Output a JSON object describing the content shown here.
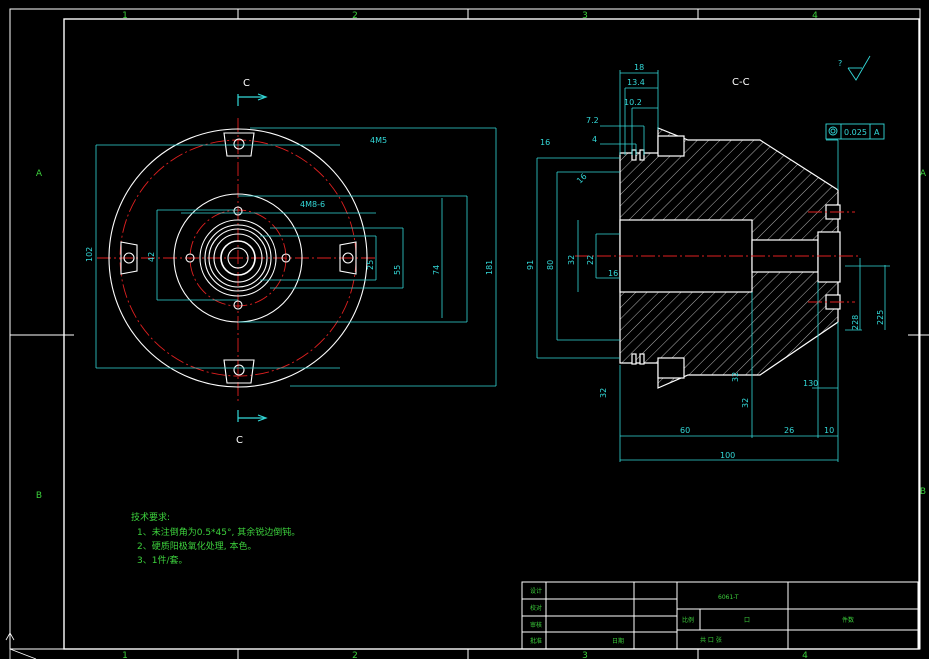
{
  "colors": {
    "background": "#000000",
    "outline": "#ffffff",
    "dimension": "#33d9d9",
    "centerline": "#e02020",
    "text_green": "#3cd03c"
  },
  "zones": {
    "top": [
      "1",
      "2",
      "3",
      "4"
    ],
    "bottom": [
      "1",
      "2",
      "3",
      "4"
    ],
    "left": [
      "A",
      "B"
    ],
    "right": [
      "A",
      "B"
    ]
  },
  "section": {
    "marker": "C",
    "view_title": "C-C"
  },
  "roughness": "?",
  "tolerance_frame": {
    "value": "0.025",
    "datum": "A"
  },
  "front_view_dims": {
    "d1": "4M5",
    "d2": "4M8-6",
    "d3": "102",
    "d4": "42",
    "d5": "25",
    "d6": "55",
    "d7": "74",
    "d8": "181"
  },
  "section_dims": {
    "d18": "18",
    "d134": "13.4",
    "d102": "10.2",
    "d72": "7.2",
    "d4": "4",
    "d16a": "16",
    "d16b": "16",
    "d16c": "16",
    "dphi1": "91",
    "dphi2": "80",
    "dphi3": "32",
    "dphi4": "22",
    "d60": "60",
    "d26": "26",
    "d10": "10",
    "d100": "100",
    "d130": "130",
    "d228": "228",
    "d225": "225",
    "d32a": "32",
    "d32b": "32",
    "d32c": "32"
  },
  "notes": {
    "title": "技术要求:",
    "items": [
      "1、未注倒角为0.5*45°, 其余锐边倒钝。",
      "2、硬质阳极氧化处理, 本色。",
      "3、1件/套。"
    ]
  },
  "title_block": {
    "row_labels": [
      "设计",
      "校对",
      "审核",
      "批准"
    ],
    "approve_extra": "日期",
    "material": "6061-T",
    "scale": "比例",
    "mark": "口",
    "count": "件数",
    "sheet": "共  口 张"
  }
}
